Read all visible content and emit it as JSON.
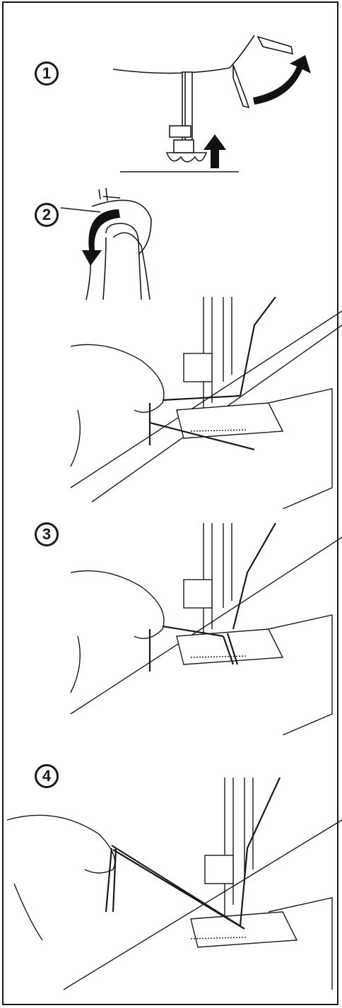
{
  "steps": [
    {
      "number": "1"
    },
    {
      "number": "2"
    },
    {
      "number": "3"
    },
    {
      "number": "4"
    }
  ],
  "colors": {
    "ink": "#1a1a1a",
    "paper": "#ffffff",
    "arrow": "#111111"
  },
  "icons": [
    "presser-foot-lever-icon",
    "handwheel-icon",
    "rotate-arrow-icon",
    "up-arrow-icon",
    "hand-icon"
  ]
}
